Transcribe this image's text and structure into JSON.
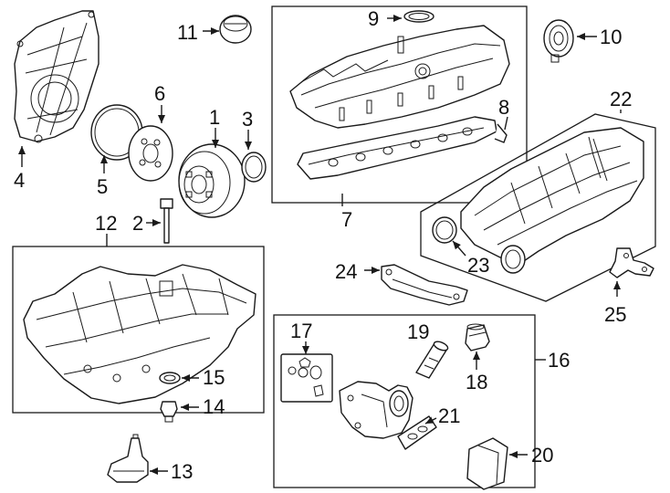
{
  "callouts": {
    "n1": "1",
    "n2": "2",
    "n3": "3",
    "n4": "4",
    "n5": "5",
    "n6": "6",
    "n7": "7",
    "n8": "8",
    "n9": "9",
    "n10": "10",
    "n11": "11",
    "n12": "12",
    "n13": "13",
    "n14": "14",
    "n15": "15",
    "n16": "16",
    "n17": "17",
    "n18": "18",
    "n19": "19",
    "n20": "20",
    "n21": "21",
    "n22": "22",
    "n23": "23",
    "n24": "24",
    "n25": "25"
  },
  "colors": {
    "line": "#1a1a1a",
    "background": "#ffffff"
  }
}
